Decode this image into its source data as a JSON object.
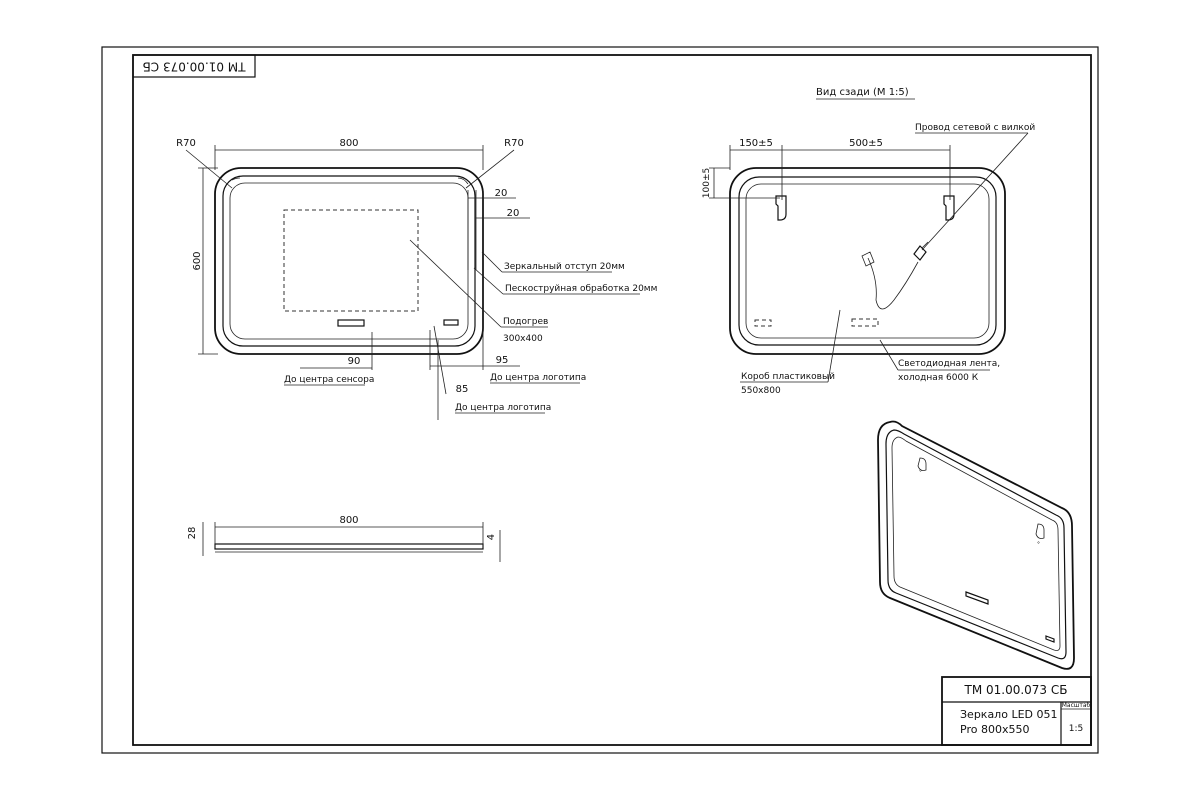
{
  "stamp_top": "ТМ 01.00.073 СБ",
  "front": {
    "radius_left": "R70",
    "radius_right": "R70",
    "width": "800",
    "height": "600",
    "edge_a": "20",
    "edge_b": "20",
    "mirror_offset_note": "Зеркальный отступ 20мм",
    "sandblast_note": "Пескоструйная обработка 20мм",
    "heater_label": "Подогрев",
    "heater_size": "300x400",
    "dim_sensor": "90",
    "sensor_note": "До центра сенсора",
    "dim_logo_right": "95",
    "logo_note_right": "До центра логотипа",
    "dim_logo_bottom": "85",
    "logo_note_bottom": "До центра логотипа"
  },
  "back": {
    "title": "Вид сзади (М 1:5)",
    "dim_left": "150±5",
    "dim_between": "500±5",
    "dim_vertical": "100±5",
    "cable_note": "Провод сетевой с вилкой",
    "box_label": "Короб пластиковый",
    "box_size": "550x800",
    "led_note_line1": "Светодиодная лента,",
    "led_note_line2": "холодная 6000 К"
  },
  "side": {
    "width": "800",
    "thickness": "28",
    "glass": "4"
  },
  "title_block": {
    "doc_code": "ТМ 01.00.073 СБ",
    "product_line1": "Зеркало LED 051",
    "product_line2": "Pro 800x550",
    "scale_header": "Масштаб",
    "scale_value": "1:5"
  }
}
